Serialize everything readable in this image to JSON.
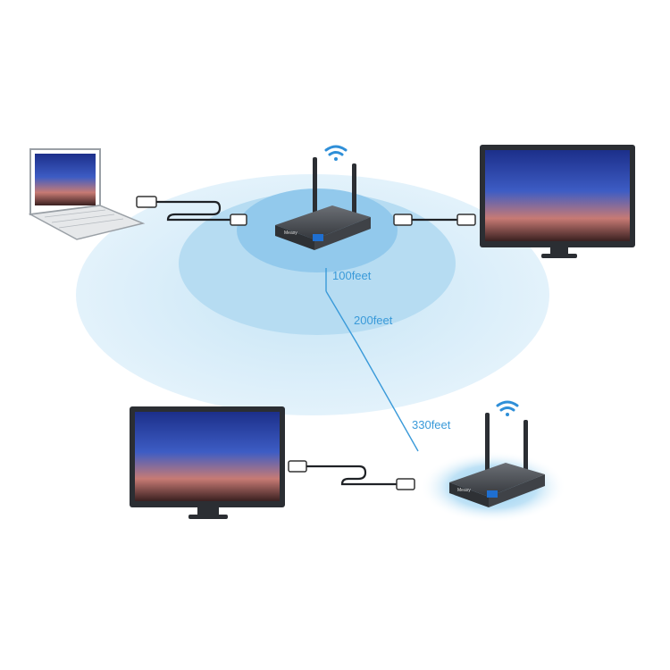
{
  "distances": {
    "inner": "100feet",
    "middle": "200feet",
    "outer": "330feet"
  },
  "colors": {
    "range_outer": "#d6ecf8",
    "range_middle": "#b9def3",
    "range_inner": "#8fcbee",
    "measure_line": "#3a9ad9",
    "device_body": "#4a4d52",
    "screen_bezel": "#2b2e33",
    "wifi": "#2f8fd8",
    "cable": "#1f2226"
  },
  "icons": [
    "wifi-icon",
    "laptop-icon",
    "monitor-icon",
    "hdmi-plug-icon",
    "antenna-icon"
  ]
}
